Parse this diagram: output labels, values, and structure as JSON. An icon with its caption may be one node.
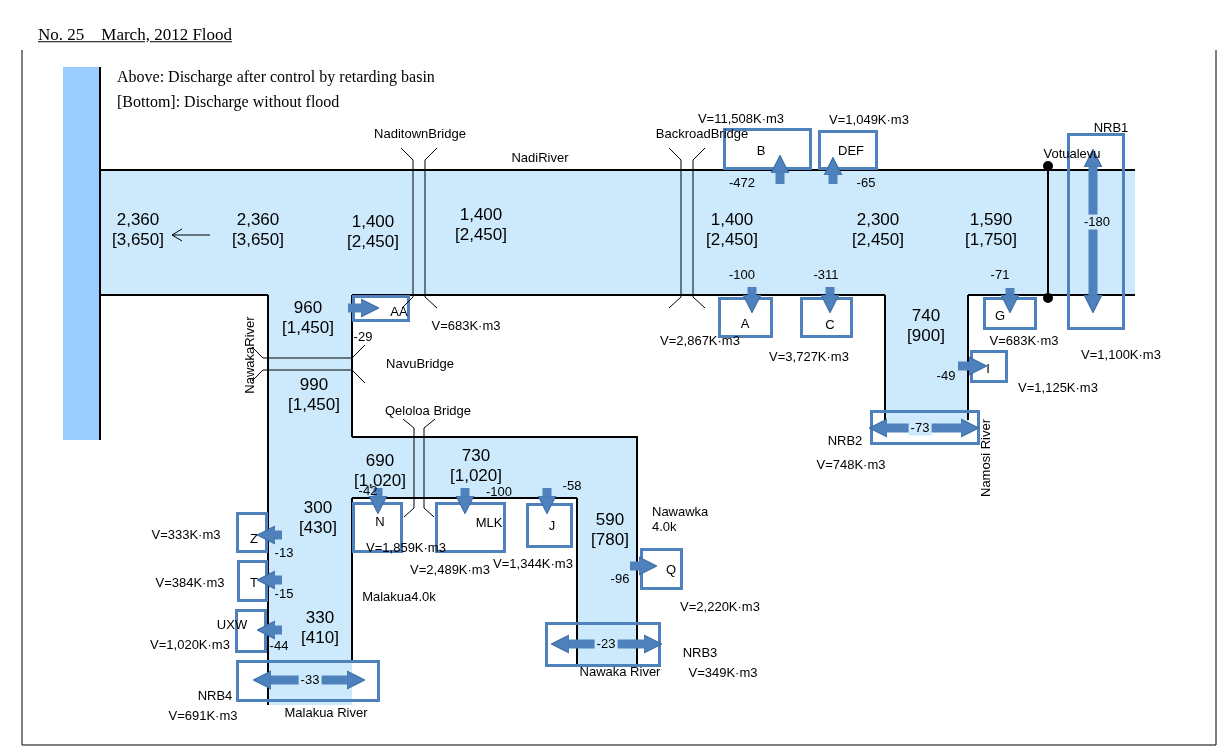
{
  "diagram": {
    "title": "No. 25　March, 2012 Flood",
    "nodes": [
      {
        "text": [],
        "shape": "band"
      },
      {
        "text": [],
        "shape": "band"
      },
      {
        "text": [],
        "shape": "band"
      },
      {
        "text": [],
        "shape": "band"
      },
      {
        "text": [
          "B"
        ],
        "beside": [
          "V=11,508K·m3"
        ]
      },
      {
        "text": [
          "DEF"
        ],
        "beside": [
          "V=1,049K·m3"
        ]
      },
      {
        "text": [
          "NRB1"
        ],
        "beside": [
          "V=1,100K·m3"
        ]
      },
      {
        "text": [
          "AA"
        ],
        "beside": [
          "V=683K·m3"
        ]
      },
      {
        "text": [
          "A"
        ],
        "beside": [
          "V=2,867K·m3"
        ]
      },
      {
        "text": [
          "C"
        ],
        "beside": [
          "V=3,727K·m3"
        ]
      },
      {
        "text": [
          "G"
        ],
        "beside": [
          "V=683K·m3"
        ]
      },
      {
        "text": [
          "I"
        ],
        "beside": [
          "V=1,125K·m3"
        ]
      },
      {
        "text": [
          "NRB2"
        ],
        "beside": [
          "V=748K·m3"
        ]
      },
      {
        "text": [
          "N"
        ],
        "beside": [
          "V=1,859K·m3"
        ]
      },
      {
        "text": [
          "MLK"
        ],
        "beside": [
          "V=2,489K·m3"
        ]
      },
      {
        "text": [
          "J"
        ],
        "beside": [
          "V=1,344K·m3"
        ]
      },
      {
        "text": [
          "Q"
        ],
        "beside": [
          "V=2,220K·m3"
        ]
      },
      {
        "text": [
          "Z"
        ],
        "beside": [
          "V=333K·m3"
        ]
      },
      {
        "text": [
          "T"
        ],
        "beside": [
          "V=384K·m3"
        ]
      },
      {
        "text": [
          "UXW"
        ],
        "beside": [
          "V=1,020K·m3"
        ]
      },
      {
        "text": [
          "NRB3"
        ],
        "beside": [
          "V=349K·m3"
        ]
      },
      {
        "text": [
          "NRB4"
        ],
        "beside": [
          "V=691K·m3"
        ]
      },
      {
        "text": [],
        "shape": "band"
      },
      {
        "text": [],
        "shape": "band"
      }
    ],
    "edges": [
      {
        "from": 0,
        "to": 4,
        "arrow": "to",
        "label": "-472"
      },
      {
        "from": 0,
        "to": 5,
        "arrow": "to",
        "label": "-65"
      },
      {
        "from": 0,
        "to": 6,
        "arrow": "both",
        "label": "-180"
      },
      {
        "from": 1,
        "to": 7,
        "arrow": "to",
        "label": "-29"
      },
      {
        "from": 0,
        "to": 8,
        "arrow": "to",
        "label": "-100"
      },
      {
        "from": 0,
        "to": 9,
        "arrow": "to",
        "label": "-311"
      },
      {
        "from": 0,
        "to": 10,
        "arrow": "to",
        "label": "-71"
      },
      {
        "from": 3,
        "to": 11,
        "arrow": "to",
        "label": "-49"
      },
      {
        "from": 3,
        "to": 12,
        "arrow": "both",
        "label": "-73"
      },
      {
        "from": 2,
        "to": 13,
        "arrow": "to",
        "label": "-42"
      },
      {
        "from": 2,
        "to": 14,
        "arrow": "to",
        "label": "-100"
      },
      {
        "from": 2,
        "to": 15,
        "arrow": "to",
        "label": "-58"
      },
      {
        "from": 22,
        "to": 16,
        "arrow": "to",
        "label": "-96"
      },
      {
        "from": 1,
        "to": 17,
        "arrow": "to",
        "label": "-13"
      },
      {
        "from": 1,
        "to": 18,
        "arrow": "to",
        "label": "-15"
      },
      {
        "from": 1,
        "to": 19,
        "arrow": "to",
        "label": "-44"
      },
      {
        "from": 22,
        "to": 20,
        "arrow": "both",
        "label": "-23"
      },
      {
        "from": 1,
        "to": 21,
        "arrow": "both",
        "label": "-33"
      }
    ],
    "labels": [
      "Above: Discharge after control by retarding basin",
      "[Bottom]: Discharge without flood",
      "NaditownBridge",
      "BackroadBridge",
      "NadiRiver",
      "Votualevu",
      "2,360 [3,650]",
      "2,360 [3,650]",
      "1,400 [2,450]",
      "1,400 [2,450]",
      "1,400 [2,450]",
      "2,300 [2,450]",
      "1,590 [1,750]",
      "960 [1,450]",
      "740 [900]",
      "NavuBridge",
      "990 [1,450]",
      "Qeloloa Bridge",
      "690 [1,020]",
      "730 [1,020]",
      "300 [430]",
      "590 [780]",
      "Nawawka 4.0k",
      "Malakua4.0k",
      "330 [410]",
      "NawakaRiver",
      "Namosi River",
      "Nawaka River",
      "Malakua River"
    ]
  }
}
